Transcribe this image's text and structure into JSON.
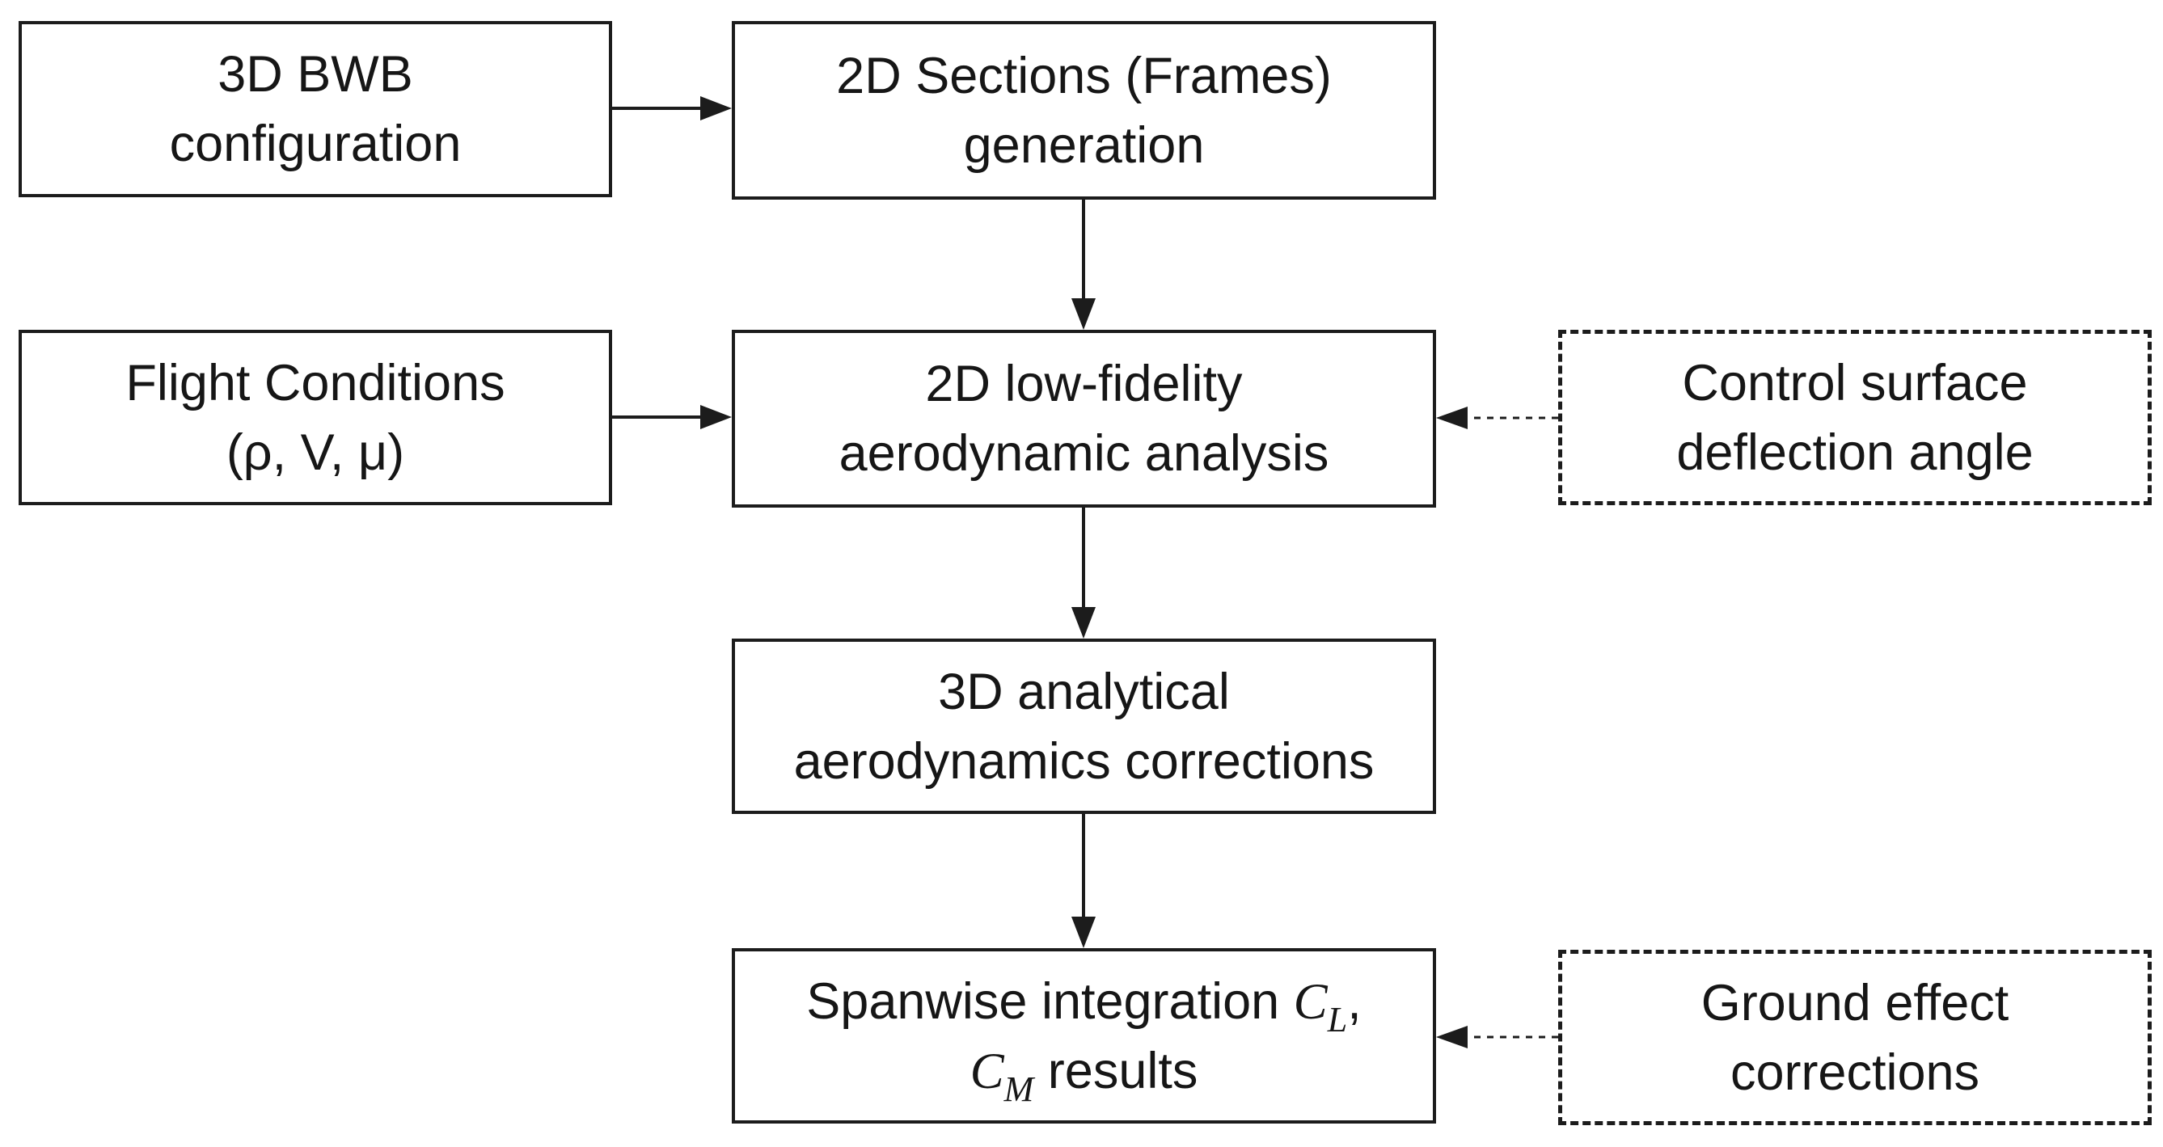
{
  "diagram": {
    "title": "BWB low-fidelity aerodynamic analysis flowchart",
    "colors": {
      "background": "#ffffff",
      "line": "#1c1c1c",
      "text": "#161616"
    },
    "nodes": {
      "bwb_config": {
        "line1": "3D BWB",
        "line2": "configuration",
        "border": "solid"
      },
      "sections_gen": {
        "line1": "2D Sections (Frames)",
        "line2": "generation",
        "border": "solid"
      },
      "flight_conditions": {
        "line1": "Flight Conditions",
        "line2": "(ρ, V, μ)",
        "border": "solid"
      },
      "low_fidelity": {
        "line1": "2D low-fidelity",
        "line2": "aerodynamic analysis",
        "border": "solid"
      },
      "control_surface": {
        "line1": "Control surface",
        "line2": "deflection angle",
        "border": "dashed"
      },
      "aero_corrections": {
        "line1": "3D analytical",
        "line2": "aerodynamics corrections",
        "border": "solid"
      },
      "spanwise": {
        "pre": "Spanwise integration ",
        "sym1": "C",
        "sub1": "L",
        "comma": ",",
        "sym2": "C",
        "sub2": "M",
        "post": " results",
        "border": "solid"
      },
      "ground_effect": {
        "line1": "Ground effect",
        "line2": "corrections",
        "border": "dashed"
      }
    },
    "edges": [
      {
        "from": "bwb_config",
        "to": "sections_gen",
        "style": "solid"
      },
      {
        "from": "sections_gen",
        "to": "low_fidelity",
        "style": "solid"
      },
      {
        "from": "flight_conditions",
        "to": "low_fidelity",
        "style": "solid"
      },
      {
        "from": "control_surface",
        "to": "low_fidelity",
        "style": "dashed"
      },
      {
        "from": "low_fidelity",
        "to": "aero_corrections",
        "style": "solid"
      },
      {
        "from": "aero_corrections",
        "to": "spanwise",
        "style": "solid"
      },
      {
        "from": "ground_effect",
        "to": "spanwise",
        "style": "dashed"
      }
    ]
  }
}
